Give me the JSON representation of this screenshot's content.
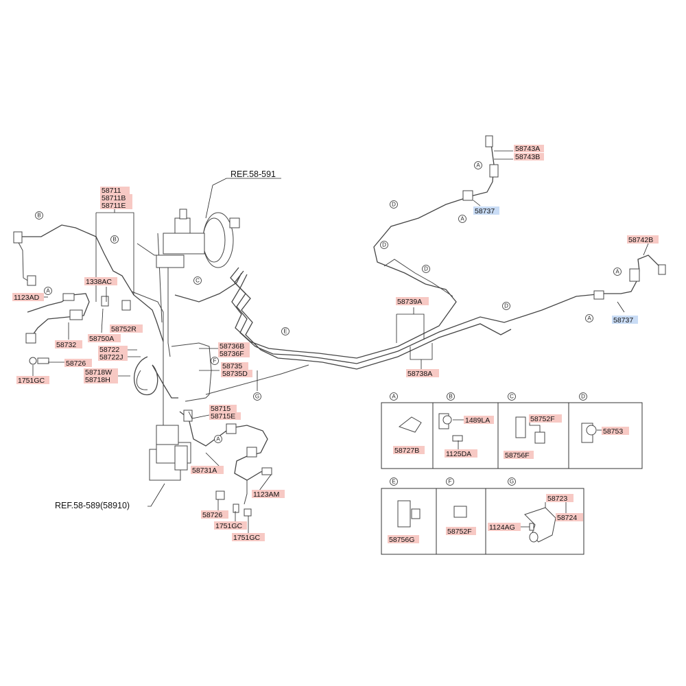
{
  "references": {
    "booster": "REF.58-591",
    "hecu": "REF.58-589(58910)"
  },
  "callouts": {
    "p58711": "58711",
    "p58711B": "58711B",
    "p58711E": "58711E",
    "p1338AC": "1338AC",
    "p1123AD": "1123AD",
    "p58752R": "58752R",
    "p58750A": "58750A",
    "p58732": "58732",
    "p58726a": "58726",
    "p1751GCa": "1751GC",
    "p58722": "58722",
    "p58722J": "58722J",
    "p58718W": "58718W",
    "p58718H": "58718H",
    "p58736B": "58736B",
    "p58736F": "58736F",
    "p58735": "58735",
    "p58735D": "58735D",
    "p58715": "58715",
    "p58715E": "58715E",
    "p58731A": "58731A",
    "p1123AM": "1123AM",
    "p58726b": "58726",
    "p1751GCb": "1751GC",
    "p1751GCc": "1751GC",
    "p58743A": "58743A",
    "p58743B": "58743B",
    "p58737a": "58737",
    "p58742B": "58742B",
    "p58737b": "58737",
    "p58739A": "58739A",
    "p58738A": "58738A"
  },
  "details": {
    "A": {
      "key": "A",
      "parts": [
        "58727B"
      ]
    },
    "B": {
      "key": "B",
      "parts": [
        "1489LA",
        "1125DA"
      ]
    },
    "C": {
      "key": "C",
      "parts": [
        "58752F",
        "58756F"
      ]
    },
    "D": {
      "key": "D",
      "parts": [
        "58753"
      ]
    },
    "E": {
      "key": "E",
      "parts": [
        "58756G"
      ]
    },
    "F": {
      "key": "F",
      "parts": [
        "58752F"
      ]
    },
    "G": {
      "key": "G",
      "parts": [
        "58723",
        "58724",
        "1124AG"
      ]
    }
  },
  "keys": {
    "A": "A",
    "B": "B",
    "C": "C",
    "D": "D",
    "E": "E",
    "F": "F",
    "G": "G"
  },
  "colors": {
    "callout_bg": "#f7c9c4",
    "callout_bg_blue": "#c9dcf5",
    "line": "#444444"
  }
}
